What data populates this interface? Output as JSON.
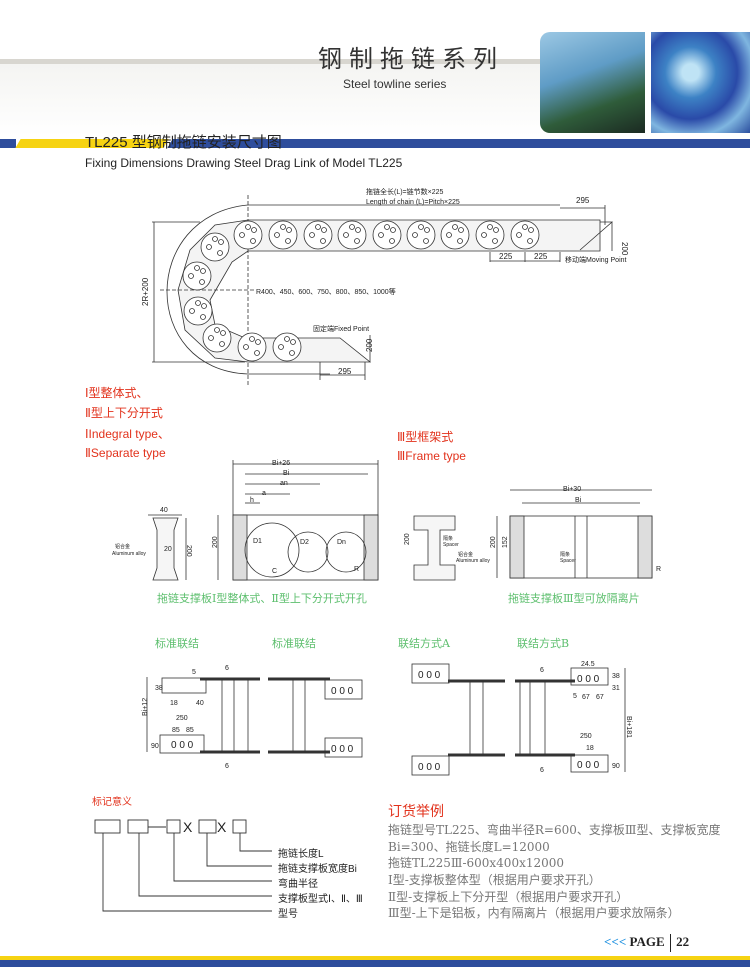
{
  "header": {
    "title_cn": "钢制拖链系列",
    "title_en": "Steel towline series"
  },
  "section": {
    "title_cn": "TL225 型钢制拖链安装尺寸图",
    "title_en": "Fixing Dimensions Drawing Steel Drag Link of Model TL225"
  },
  "chain_drawing": {
    "length_cn": "拖链全长(L)=链节数×225",
    "length_en": "Length of chain (L)=Pitch×225",
    "dim_295": "295",
    "dim_200": "200",
    "dim_225": "225",
    "moving_point": "移动端Moving Point",
    "fixed_point": "固定端Fixed Point",
    "radius_note": "R400、450、600、750、800、850、1000等",
    "height_label": "2R+200"
  },
  "types": {
    "t1_cn": "Ⅰ型整体式、",
    "t2_cn": "Ⅱ型上下分开式",
    "t1_en": "ⅠIndegral type、",
    "t2_en": "ⅡSeparate type",
    "t3_cn": "Ⅲ型框架式",
    "t3_en": "ⅢFrame type"
  },
  "section_drawing": {
    "bi26": "Bi+26",
    "bi": "Bi",
    "an": "an",
    "a": "a",
    "h": "h",
    "d1": "D1",
    "d2": "D2",
    "dn": "Dn",
    "c": "C",
    "r": "R",
    "w40": "40",
    "w20": "20",
    "h200": "200",
    "alloy_cn": "铝合金",
    "alloy_en": "Aluminum alloy",
    "bi30": "Bi+30",
    "h152": "152",
    "spacer_cn": "隔条",
    "spacer_en": "Spacer",
    "caption1": "拖链支撑板Ⅰ型整体式、Ⅱ型上下分开式开孔",
    "caption2": "拖链支撑板Ⅲ型可放隔离片"
  },
  "connection": {
    "std1": "标准联结",
    "std2": "标准联结",
    "mode_a": "联结方式A",
    "mode_b": "联结方式B",
    "bi12": "Bi+12",
    "bi181": "Bi+181",
    "d5": "5",
    "d6": "6",
    "d38": "38",
    "d18": "18",
    "d40": "40",
    "d250": "250",
    "d85": "85",
    "d90": "90",
    "d245": "24.5",
    "d31": "31",
    "d67": "67",
    "holes": "0 0 0"
  },
  "marking": {
    "title": "标记意义",
    "labels": [
      "拖链长度L",
      "拖链支撑板宽度Bi",
      "弯曲半径",
      "支撑板型式Ⅰ、Ⅱ、Ⅲ",
      "型号"
    ],
    "x": "X"
  },
  "order": {
    "title": "订货举例",
    "lines": [
      "拖链型号TL225、弯曲半径R=600、支撑板Ⅲ型、支撑板宽度",
      "Bi=300、拖链长度L=12000",
      "拖链TL225Ⅲ-600x400x12000",
      "Ⅰ型-支撑板整体型（根据用户要求开孔）",
      "Ⅱ型-支撑板上下分开型（根据用户要求开孔）",
      "Ⅲ型-上下是铝板，内有隔离片（根据用户要求放隔条）"
    ]
  },
  "page": {
    "arrows": "<<<",
    "label": "PAGE",
    "number": "22"
  },
  "colors": {
    "red": "#e2321c",
    "green": "#5dbf6e",
    "blue": "#2e4d9c",
    "yellow": "#f6d312"
  }
}
